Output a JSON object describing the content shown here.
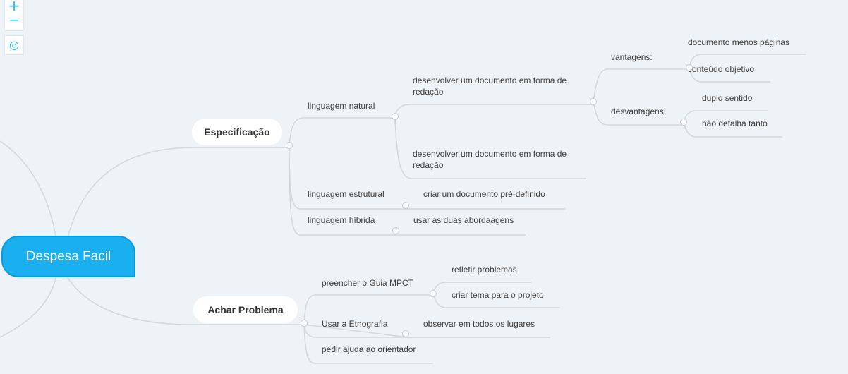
{
  "controls": {
    "zoom_in": "+",
    "zoom_out": "−",
    "center": "◎"
  },
  "root": {
    "label": "Despesa Facil"
  },
  "branches": {
    "especificacao": {
      "label": "Especificação",
      "natural": {
        "label": "linguagem natural",
        "doc1": "desenvolver um documento em forma de redação",
        "doc2": "desenvolver um documento em forma de redação",
        "vantagens": {
          "label": "vantagens:",
          "items": [
            "documento menos páginas",
            "conteúdo objetivo"
          ]
        },
        "desvantagens": {
          "label": "desvantagens:",
          "items": [
            "duplo sentido",
            "não detalha tanto"
          ]
        }
      },
      "estrutural": {
        "label": "linguagem estrutural",
        "child": "criar um documento pré-definido"
      },
      "hibrida": {
        "label": "linguagem híbrida",
        "child": "usar as duas abordaagens"
      }
    },
    "achar": {
      "label": "Achar Problema",
      "guia": {
        "label": "preencher o Guia MPCT",
        "items": [
          "refletir problemas",
          "criar tema para o projeto"
        ]
      },
      "etnografia": {
        "label": "Usar a Etnografia",
        "child": "observar em todos os lugares"
      },
      "orientador": {
        "label": "pedir ajuda ao orientador"
      }
    }
  }
}
